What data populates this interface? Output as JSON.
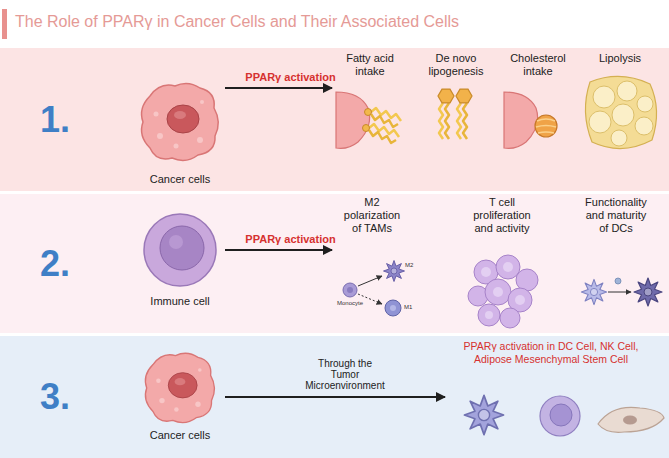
{
  "diagram": {
    "title": "The Role of PPARγ in Cancer Cells and Their Associated Cells",
    "nodes": [
      {
        "text": [
          "1."
        ]
      },
      {
        "text": [
          "Cancer cells"
        ],
        "in": 0
      },
      {
        "text": [
          "Fatty acid intake"
        ],
        "in": 0
      },
      {
        "text": [
          "De novo lipogenesis"
        ],
        "in": 0
      },
      {
        "text": [
          "Cholesterol intake"
        ],
        "in": 0
      },
      {
        "text": [
          "Lipolysis"
        ],
        "in": 0
      },
      {
        "text": [
          "2."
        ]
      },
      {
        "text": [
          "Immune cell"
        ],
        "in": 6
      },
      {
        "text": [
          "M2 polarization of TAMs"
        ],
        "in": 6
      },
      {
        "text": [
          "T cell proliferation and activity"
        ],
        "in": 6
      },
      {
        "text": [
          "Functionality and maturity of DCs"
        ],
        "in": 6
      },
      {
        "text": [
          "3."
        ]
      },
      {
        "text": [
          "Cancer cells"
        ],
        "in": 11
      },
      {
        "text": [
          "PPARγ activation in DC Cell, NK Cell, Adipose Mesenchymal Stem Cell"
        ],
        "in": 11
      }
    ],
    "edges": [
      {
        "from": 1,
        "to": 2,
        "label": "PPARγ activation",
        "arrow": "to"
      },
      {
        "from": 7,
        "to": 8,
        "label": "PPARγ activation",
        "arrow": "to"
      },
      {
        "from": 12,
        "to": 13,
        "label": "Through the Tumor Microenvironment",
        "arrow": "to"
      }
    ],
    "labels": [
      "M2",
      "Monocyte",
      "M1"
    ]
  }
}
